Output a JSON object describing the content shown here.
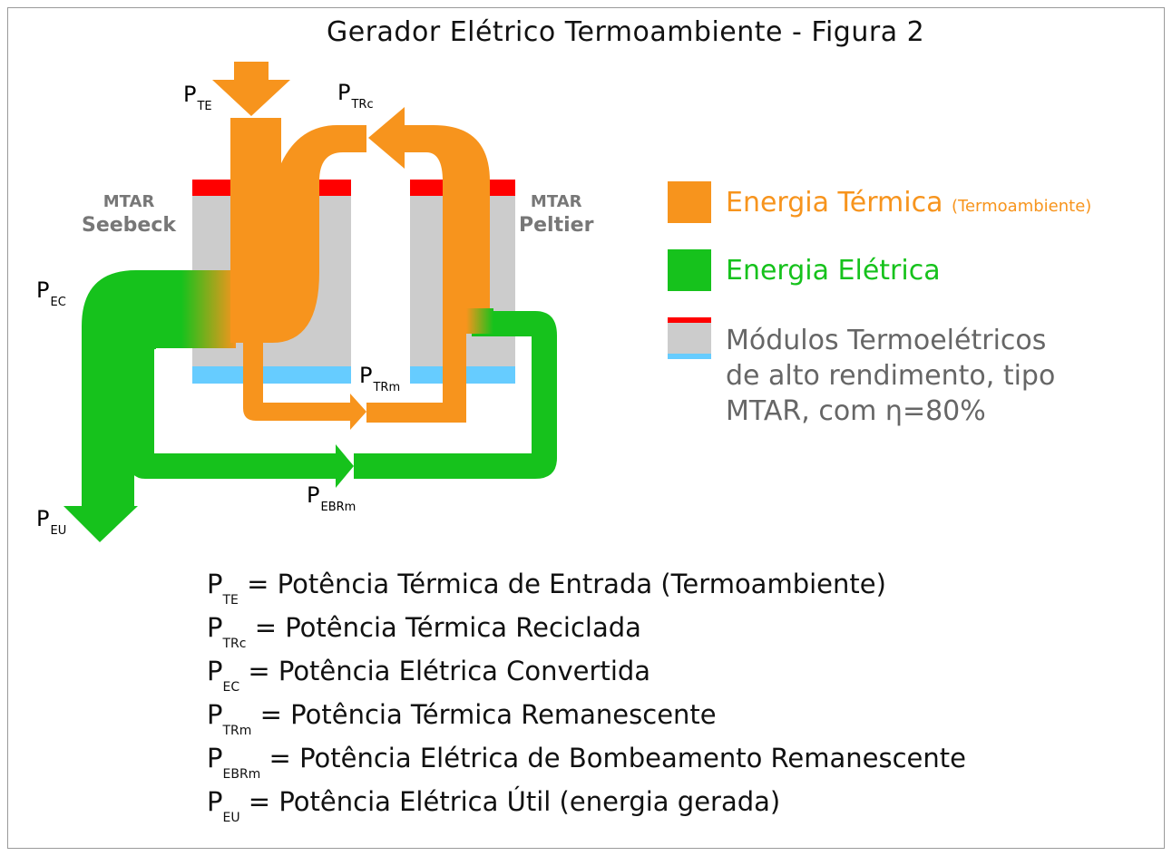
{
  "title": "Gerador Elétrico Termoambiente  -  Figura 2",
  "modules": {
    "left": {
      "top": "MTAR",
      "bottom": "Seebeck"
    },
    "right": {
      "top": "MTAR",
      "bottom": "Peltier"
    }
  },
  "flow_labels": {
    "pte": {
      "main": "P",
      "sub": "TE"
    },
    "ptrc": {
      "main": "P",
      "sub": "TRc"
    },
    "pec": {
      "main": "P",
      "sub": "EC"
    },
    "ptrm": {
      "main": "P",
      "sub": "TRm"
    },
    "pebrm": {
      "main": "P",
      "sub": "EBRm"
    },
    "peu": {
      "main": "P",
      "sub": "EU"
    }
  },
  "legend": {
    "thermal": {
      "label": "Energia Térmica",
      "note": "(Termoambiente)",
      "color": "#f7941d"
    },
    "electric": {
      "label": "Energia Elétrica",
      "color": "#16c21c"
    },
    "modules": {
      "line1": "Módulos Termoelétricos",
      "line2": "de alto rendimento, tipo",
      "line3": "MTAR, com η=80%",
      "hot_color": "#ff0000",
      "cold_color": "#66ccff",
      "body_color": "#cccccc"
    }
  },
  "definitions": [
    {
      "sym": "P",
      "sub": "TE",
      "text": " = Potência Térmica de Entrada (Termoambiente)"
    },
    {
      "sym": "P",
      "sub": "TRc",
      "text": " = Potência Térmica Reciclada"
    },
    {
      "sym": "P",
      "sub": "EC",
      "text": " = Potência Elétrica Convertida"
    },
    {
      "sym": "P",
      "sub": "TRm",
      "text": " = Potência Térmica Remanescente"
    },
    {
      "sym": "P",
      "sub": "EBRm",
      "text": " = Potência Elétrica de Bombeamento Remanescente"
    },
    {
      "sym": "P",
      "sub": "EU",
      "text": " = Potência Elétrica Útil (energia gerada)"
    }
  ]
}
